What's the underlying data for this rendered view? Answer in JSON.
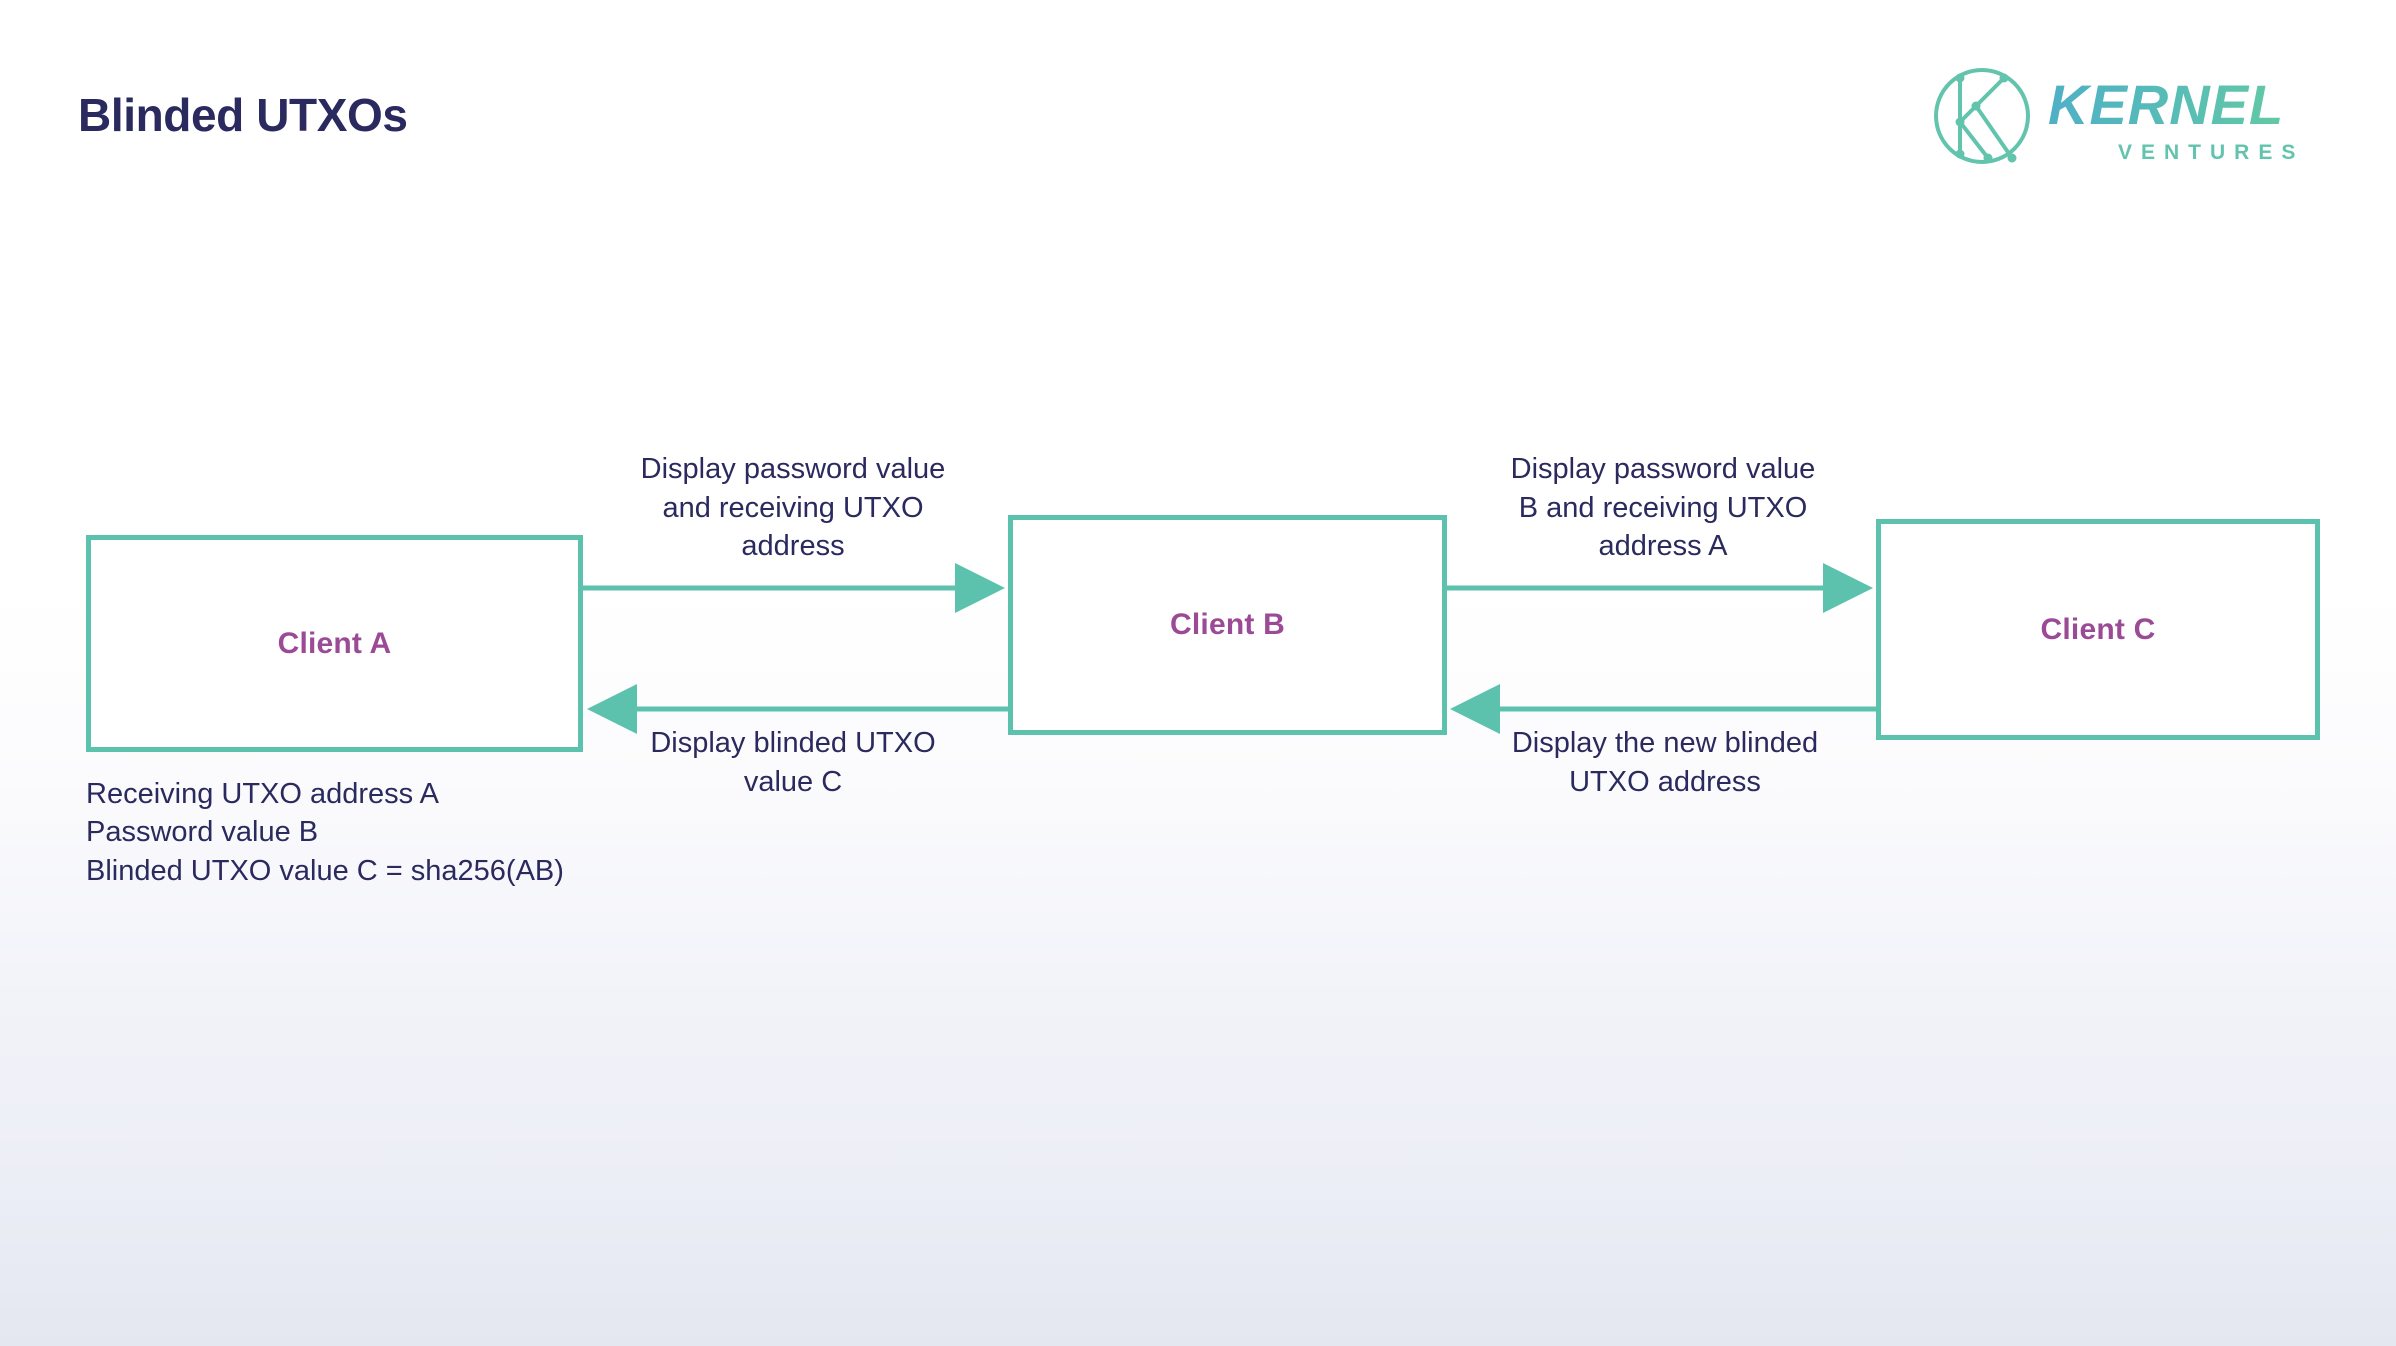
{
  "slide": {
    "title": "Blinded UTXOs",
    "background_top_color": "#ffffff",
    "background_bottom_color": "#e4e7f0"
  },
  "logo": {
    "name": "KERNEL",
    "subtitle": "VENTURES",
    "emblem": "kernel-k-circle-icon",
    "color_start": "#4fb3c4",
    "color_end": "#63c9a8"
  },
  "diagram": {
    "type": "flow",
    "accent_color": "#5cc2ae",
    "node_label_color": "#9b4a96",
    "text_color": "#2a2a5e",
    "nodes": [
      {
        "id": "client-a",
        "label": "Client A"
      },
      {
        "id": "client-b",
        "label": "Client B"
      },
      {
        "id": "client-c",
        "label": "Client C"
      }
    ],
    "edges": [
      {
        "id": "a-to-b",
        "from": "client-a",
        "to": "client-b",
        "direction": "right",
        "label": "Display password value\nand receiving UTXO\naddress"
      },
      {
        "id": "b-to-a",
        "from": "client-b",
        "to": "client-a",
        "direction": "left",
        "label": "Display blinded UTXO\nvalue C"
      },
      {
        "id": "b-to-c",
        "from": "client-b",
        "to": "client-c",
        "direction": "right",
        "label": "Display password value\nB and receiving UTXO\naddress A"
      },
      {
        "id": "c-to-b",
        "from": "client-c",
        "to": "client-b",
        "direction": "left",
        "label": "Display the new blinded\nUTXO address"
      }
    ]
  },
  "notes": {
    "lines": [
      "Receiving UTXO address A",
      "Password value B",
      "Blinded UTXO value C = sha256(AB)"
    ],
    "line_1": "Receiving UTXO address A",
    "line_2": "Password value B",
    "line_3": "Blinded UTXO value C = sha256(AB)"
  }
}
